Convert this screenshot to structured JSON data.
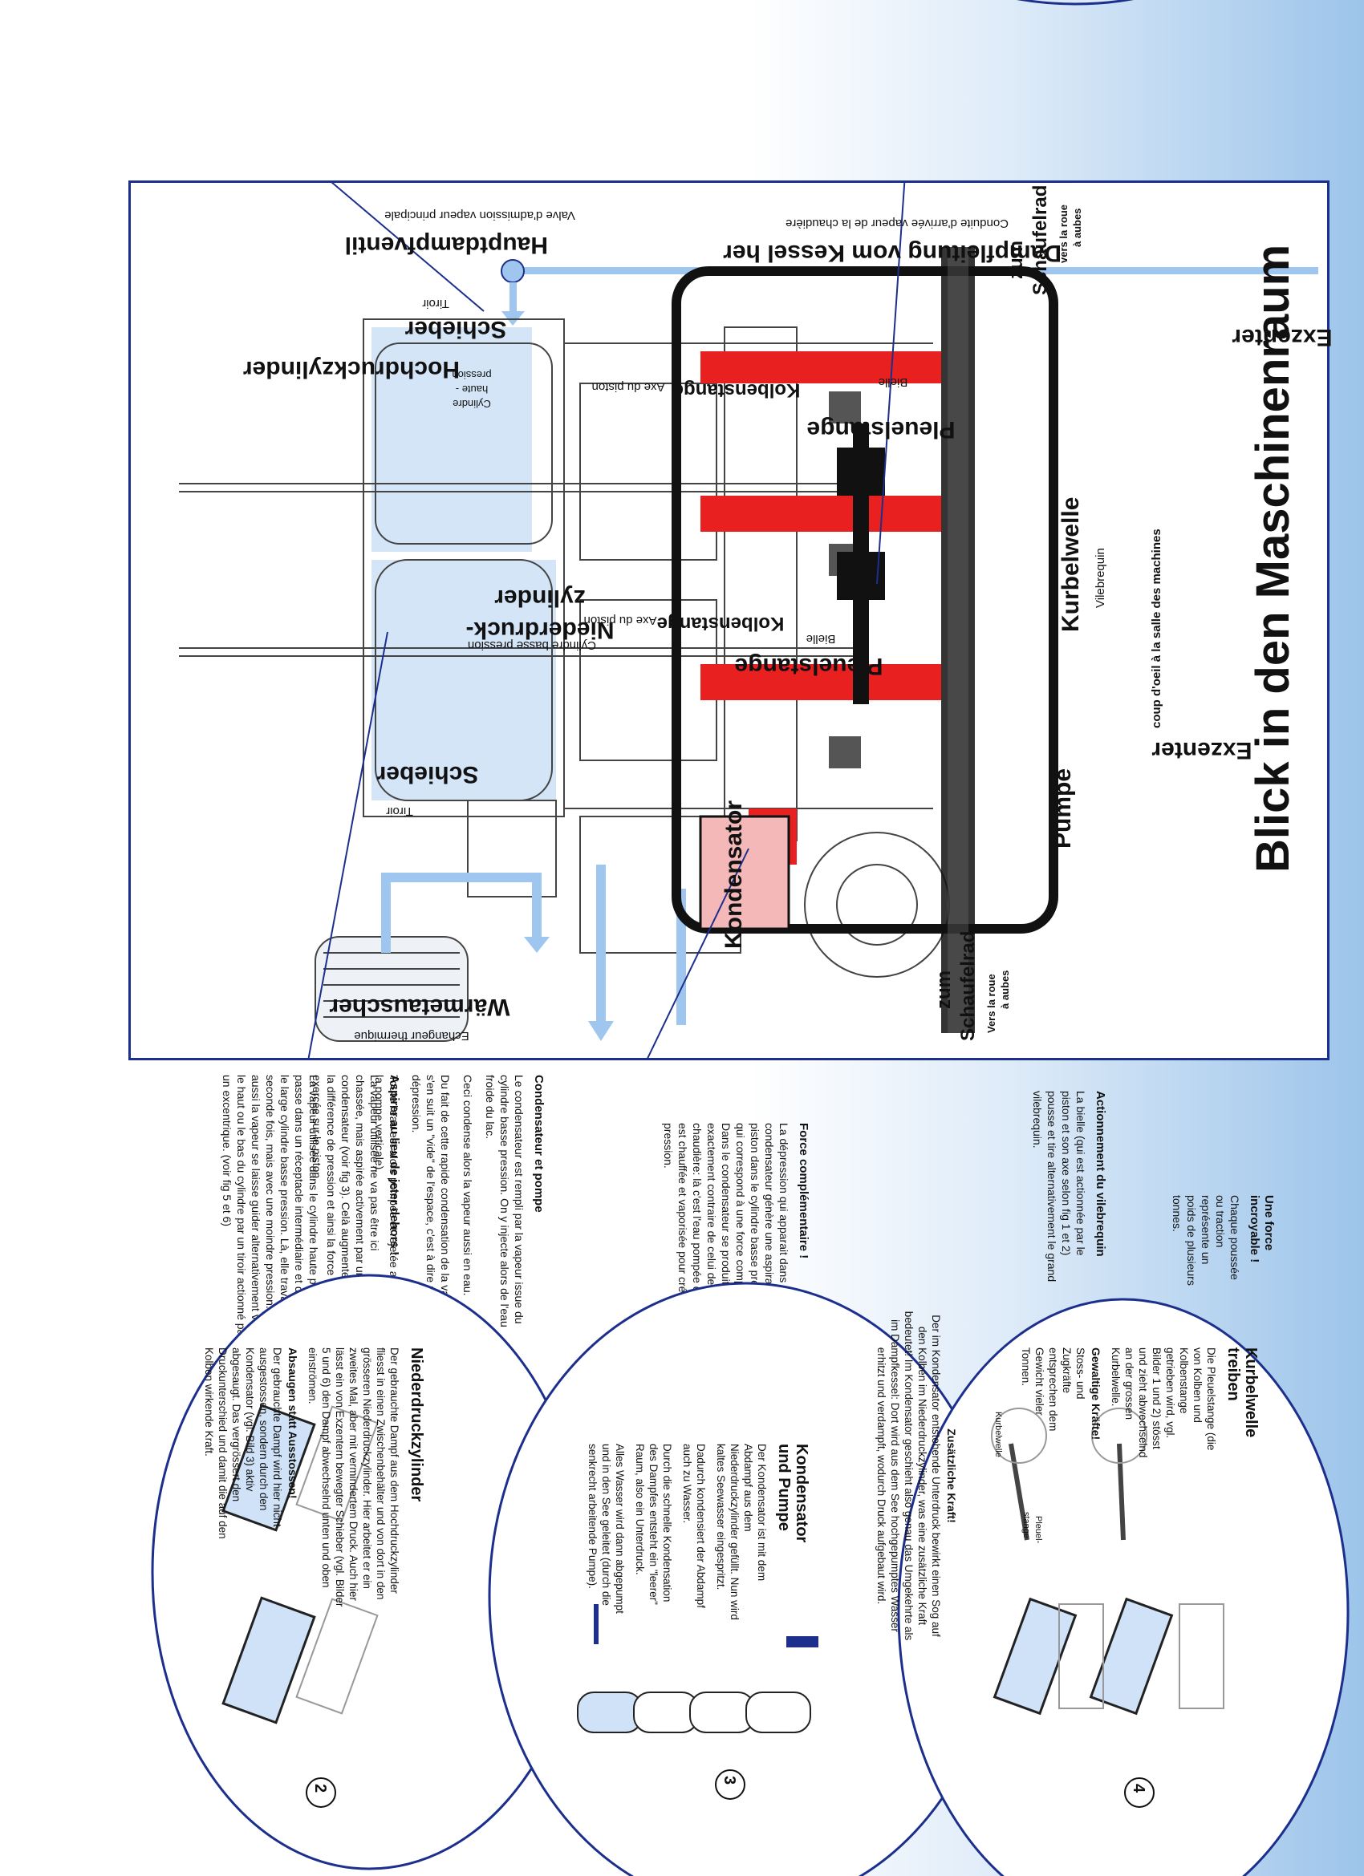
{
  "title": "Blick in den Maschinenraum",
  "subtitle_fr": "coup d'oeil à la salle des machines",
  "labels": {
    "hauptdampfventil": "Hauptdampfventil",
    "hauptdampfventil_fr": "Valve d'admission vapeur principale",
    "dampfleitung": "Dampfleitung vom Kessel her",
    "dampfleitung_fr": "Conduite d'arrivée vapeur de la chaudière",
    "schieber_top": "Schieber",
    "tiroir_top": "Tiroir",
    "hochdruck": "Hochdruckzylinder",
    "cyl_haute_1": "Cylindre",
    "cyl_haute_2": "haute -",
    "cyl_haute_3": "pression",
    "kolbenstange_1": "Kolbenstange",
    "axe_piston_1": "Axe du piston",
    "pleuelstange_1": "Pleuelstange",
    "bielle_1": "Bielle",
    "niederdruck_1": "Niederdruck-",
    "niederdruck_2": "zylinder",
    "cyl_basse": "Cylindre basse pression",
    "kolbenstange_2": "Kolbenstange",
    "axe_piston_2": "Axe du piston",
    "bielle_2": "Bielle",
    "pleuelstange_2": "Pleuelstange",
    "schieber_bottom": "Schieber",
    "tiroir_bottom": "Tiroir",
    "exzenter_top": "Exzenter",
    "exzenter_bottom": "Exzenter",
    "kurbelwelle": "Kurbelwelle",
    "vilebrequin": "Vilebrequin",
    "pumpe": "Pumpe",
    "kondensator": "Kondensator",
    "waermetauscher": "Wärmetauscher",
    "echangeur": "Echangeur thermique",
    "zum_schaufelrad_1a": "zum",
    "zum_schaufelrad_1b": "Schaufelrad",
    "vers_roue_1a": "vers la roue",
    "vers_roue_1b": "à aubes",
    "zum_schaufelrad_2a": "zum",
    "zum_schaufelrad_2b": "Schaufelrad",
    "vers_roue_2a": "Vers la roue",
    "vers_roue_2b": "à aubes"
  },
  "french_column": {
    "s1_title": "Cylindre Basse pression",
    "s1_text": "La vapeur utilisée dans le cylindre haute pression passe dans un réceptacle intermédiaire et de là dans le large cylindre basse pression. Là, elle travaille une seconde fois, mais avec une moindre pression. Là aussi la vapeur se laisse guider alternativement vers le haut ou le bas du cylindre par un tiroir actionné par un excentrique. (voir fig 5 et 6)",
    "s2_title": "Aspirer au lieu de jeter dehors !",
    "s2_text": "La vapeur utilisée ne va pas être ici chassée, mais aspirée activement par un condensateur (voir fig 3). Celà augmente la différence de pression et ainsi la force exercée sur le piston.",
    "s3_title": "Condensateur et pompe",
    "s3_p1": "Le condensateur est rempli par la vapeur issue du cylindre basse pression. On y injecte alors de l'eau froide du lac.",
    "s3_p2": "Ceci condense alors la vapeur aussi en eau.",
    "s3_p3": "Du fait de cette rapide condensation de la vapeur il s'en suit un \"vide\" de l'espace, c'est à dire une dépression.",
    "s3_p4": "Toute l'eau est alors pompée et rejetée au lac (par la pompe verticale).",
    "s4_title": "Force complémentaire !",
    "s4_text": "La dépression qui apparait dans le condensateur génère une aspiration du piston dans le cylindre basse pression, ce qui correspond à une force complémentaire ! Dans le condensateur se produit l'effet exactement contraire de celui de la chaudière: là c'est l'eau pompée du lac qui est chauffée et vaporisée pour créer la pression.",
    "s5_title": "Actionnement du vilebrequin",
    "s5_text": "La bielle (qui est actionnée par le piston et son axe selon fig 1 et 2) pousse et tire alternativement le grand vilebrequin.",
    "s6_title": "Une force incroyable !",
    "s6_text": "Chaque poussée ou traction représente un poids de plusieurs tonnes."
  },
  "circle2": {
    "number": "2",
    "title": "Niederdruckzylinder",
    "p1": "Der gebrauchte Dampf aus dem Hochdruckzylinder fliesst in einen Zwischenbehälter und von dort in den grösseren Niederdruckzylinder. Hier arbeitet er ein zweites Mal, aber mit vermindertem Druck. Auch hier lässt ein von Exzentern bewegter Schieber (vgl. Bilder 5 und 6) den Dampf abwechselnd unten und oben einströmen.",
    "sub": "Absaugen statt Ausstossen!",
    "p2": "Der gebrauchte Dampf wird hier nicht ausgestossen, sondern durch den Kondensator (vgl. Bild 3) aktiv abgesaugt. Das vergrössert den Druckunterschied und damit die auf den Kolben wirkende Kraft."
  },
  "circle3": {
    "number": "3",
    "title": "Kondensator und Pumpe",
    "p1": "Der Kondensator ist mit dem Abdampf aus dem Niederdruckzylinder gefüllt. Nun wird kaltes Seewasser eingespritzt.",
    "p2": "Dadurch kondensiert der Abdampf auch zu Wasser.",
    "p3": "Durch die schnelle Kondensation des Dampfes entsteht ein \"leerer\" Raum, also ein Unterdruck.",
    "p4": "Alles Wasser wird dann abgepumpt und in den See geleitet (durch die senkrecht arbeitende Pumpe).",
    "sub": "Zusätzliche Kraft!",
    "p5": "Der im Kondensator entstehende Unterdruck bewirkt einen Sog auf den Kolben im Niederdruckzylinder, was eine zusätzliche Kraft bedeutet! Im Kondensator geschieht also genau das Umgekehrte als im Dampfkessel: Dort wird aus dem See hochgepumptes Wasser erhitzt und verdampft, wodurch Druck aufgebaut wird."
  },
  "circle4": {
    "number": "4",
    "title": "Kurbelwelle treiben",
    "p1": "Die Pleuelstange (die von Kolben und Kolbenstange getrieben wird, vgl. Bilder 1 und 2) stösst und zieht abwechselnd an der grossen Kurbelwelle.",
    "sub": "Gewaltige Kräfte!",
    "p2": "Stoss- und Zugkräfte entsprechen dem Gewicht vieler Tonnen.",
    "fig_kurbelwelle": "Kurbelwelle",
    "fig_pleuel": "Pleuel-",
    "fig_stange": "stange"
  },
  "colors": {
    "frame_blue": "#1c2f8c",
    "red": "#e82020",
    "light_blue": "#9ec6ee",
    "black": "#111111"
  }
}
